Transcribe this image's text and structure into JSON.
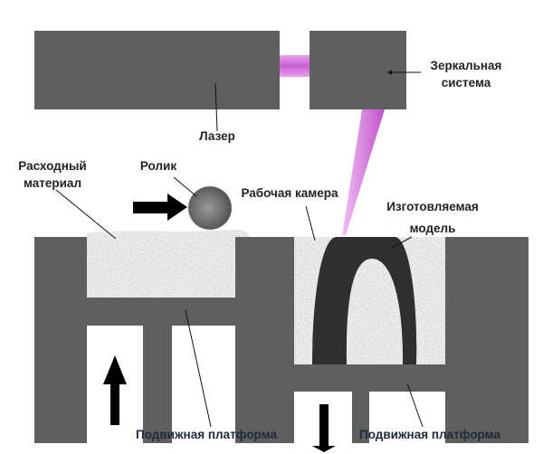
{
  "title": "SLS 3D printing diagram",
  "labels": {
    "laser": "Лазер",
    "mirror_line1": "Зеркальная",
    "mirror_line2": "система",
    "material_line1": "Расходный",
    "material_line2": "материал",
    "roller": "Ролик",
    "chamber": "Рабочая камера",
    "model_line1": "Изготовляемая",
    "model_line2": "модель",
    "platform_left": "Подвижная платформа",
    "platform_right": "Подвижная платформа"
  },
  "colors": {
    "block": "#5f5f5f",
    "beam": "#d070d8",
    "model": "#2f2f2f",
    "powder": "#c8c8c8"
  }
}
